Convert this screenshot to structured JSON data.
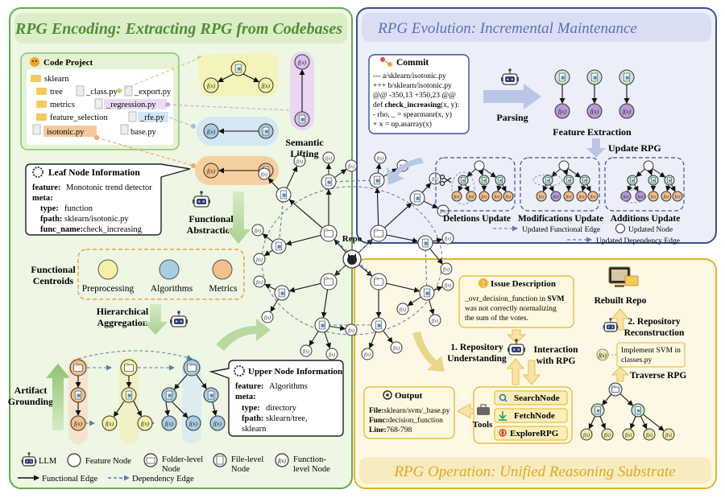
{
  "panels": {
    "encoding": {
      "title": "RPG Encoding: Extracting RPG from Codebases"
    },
    "evolution": {
      "title": "RPG Evolution: Incremental Maintenance"
    },
    "operation": {
      "title": "RPG Operation: Unified Reasoning Substrate"
    }
  },
  "code_project": {
    "title": "Code Project",
    "root": "sklearn",
    "tree": "tree",
    "class_py": "_class.py",
    "export_py": "_export.py",
    "metrics": "metrics",
    "regression_py": "_regression.py",
    "feature_selection": "feature_selection",
    "rfe_py": "_rfe.py",
    "isotonic_py": "isotonic.py",
    "base_py": "base.py"
  },
  "leaf_info": {
    "title": "Leaf Node Information",
    "feature_key": "feature:",
    "feature_val": "Monotonic trend detector",
    "meta_key": "meta:",
    "type_key": "type:",
    "type_val": "function",
    "fpath_key": "fpath:",
    "fpath_val": "sklearn/isotonic.py",
    "func_key": "func_name:",
    "func_val": "check_increasing"
  },
  "labels": {
    "semantic_lifting_1": "Semantic",
    "semantic_lifting_2": "Lifting",
    "functional_abstraction_1": "Functional",
    "functional_abstraction_2": "Abstraction",
    "functional_centroids_1": "Functional",
    "functional_centroids_2": "Centroids",
    "hierarchical_aggregation_1": "Hierarchical",
    "hierarchical_aggregation_2": "Aggregation",
    "artifact_grounding_1": "Artifact",
    "artifact_grounding_2": "Grounding",
    "repo": "Repo",
    "parsing": "Parsing",
    "feature_extraction": "Feature Extraction",
    "update_rpg": "Update RPG",
    "deletions_update": "Deletions Update",
    "modifications_update": "Modifications Update",
    "additions_update": "Additions Update",
    "repository_understanding_1": "1. Repository",
    "repository_understanding_2": "Understanding",
    "interaction_1": "Interaction",
    "interaction_2": "with RPG",
    "tools": "Tools",
    "rebuilt_repo": "Rebuilt Repo",
    "reconstruction_1": "2. Repository",
    "reconstruction_2": "Reconstruction",
    "traverse_rpg": "Traverse RPG",
    "implement_1": "Implement SVM in",
    "implement_2": "classes.py"
  },
  "centroids": [
    "Preprocessing",
    "Algorithms",
    "Metrics"
  ],
  "colors": {
    "encoding_bg": "#eef6e4",
    "encoding_border": "#6aa84f",
    "evolution_bg": "#eceefa",
    "evolution_border": "#3c4f9a",
    "operation_bg": "#fdf8e6",
    "operation_border": "#e6b422",
    "preprocessing": "#f4f0a6",
    "algorithms": "#a9cde0",
    "metrics": "#f2c089",
    "purple": "#b79ad6"
  },
  "upper_info": {
    "title": "Upper Node Information",
    "feature_key": "feature:",
    "feature_val": "Algorithms",
    "meta_key": "meta:",
    "type_key": "type:",
    "type_val": "directory",
    "fpath_key": "fpath:",
    "fpath_val": "sklearn/tree,",
    "fpath_val2": "sklearn"
  },
  "commit": {
    "title": "Commit",
    "line1": "--- a/sklearn/isotonic.py",
    "line2": "+++ b/sklearn/isotonic.py",
    "line3": "@@ -350,13 +350,23 @@",
    "line4_pre": "def ",
    "line4_bold": "check_increasing",
    "line4_post": "(x, y):",
    "line5": "-    rho, _ = spearmanr(x, y)",
    "line6": "+    x = np.asarray(x)"
  },
  "evolution_legend": {
    "functional_edge": "Updated Functional Edge",
    "node": "Updated Node",
    "dependency_edge": "Updated Dependency Edge"
  },
  "issue": {
    "title": "Issue Description",
    "text1_pre": "_ovr_decision_function in ",
    "text1_bold": "SVM",
    "text2": "was not correctly normalizing",
    "text3": "the sum of the votes."
  },
  "output": {
    "title": "Output",
    "file_key": "File:",
    "file_val": "sklearn/svm/_base.py",
    "func_key": "Func:",
    "func_val": "decision_function",
    "line_key": "Line:",
    "line_val": "768-798"
  },
  "tool_buttons": [
    "SearchNode",
    "FetchNode",
    "ExploreRPG"
  ],
  "legend": {
    "llm": "LLM",
    "feature_node": "Feature Node",
    "folder_node_1": "Folder-level",
    "folder_node_2": "Node",
    "file_node_1": "File-level",
    "file_node_2": "Node",
    "function_node_1": "Function-",
    "function_node_2": "level Node",
    "functional_edge": "Functional Edge",
    "dependency_edge": "Dependency Edge"
  }
}
